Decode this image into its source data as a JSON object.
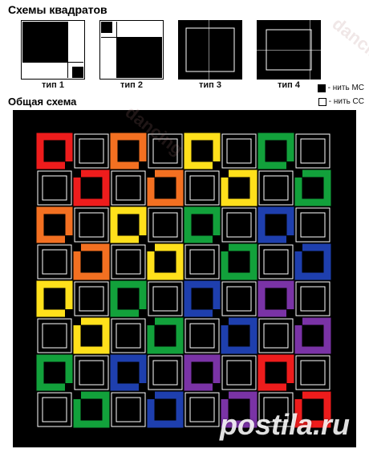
{
  "header": {
    "squares_title": "Схемы квадратов",
    "overall_title": "Общая схема"
  },
  "types": [
    {
      "label": "тип 1"
    },
    {
      "label": "тип 2"
    },
    {
      "label": "тип 3"
    },
    {
      "label": "тип 4"
    }
  ],
  "legend": {
    "mc_label": "- нить МС",
    "cc_label": "- нить СС",
    "mc_color": "#000000",
    "cc_color": "#ffffff"
  },
  "watermarks": {
    "side": "dancing",
    "footer": "postila.ru"
  },
  "colors": {
    "red": "#ee1c1c",
    "orange": "#f37021",
    "yellow": "#ffe01b",
    "green": "#12a13b",
    "blue": "#1e3fae",
    "purple": "#7a33a6",
    "background": "#000000"
  },
  "color_grid": [
    [
      "red",
      "orange",
      "yellow",
      "green"
    ],
    [
      "orange",
      "yellow",
      "green",
      "blue"
    ],
    [
      "yellow",
      "green",
      "blue",
      "purple"
    ],
    [
      "green",
      "blue",
      "purple",
      "red"
    ]
  ]
}
